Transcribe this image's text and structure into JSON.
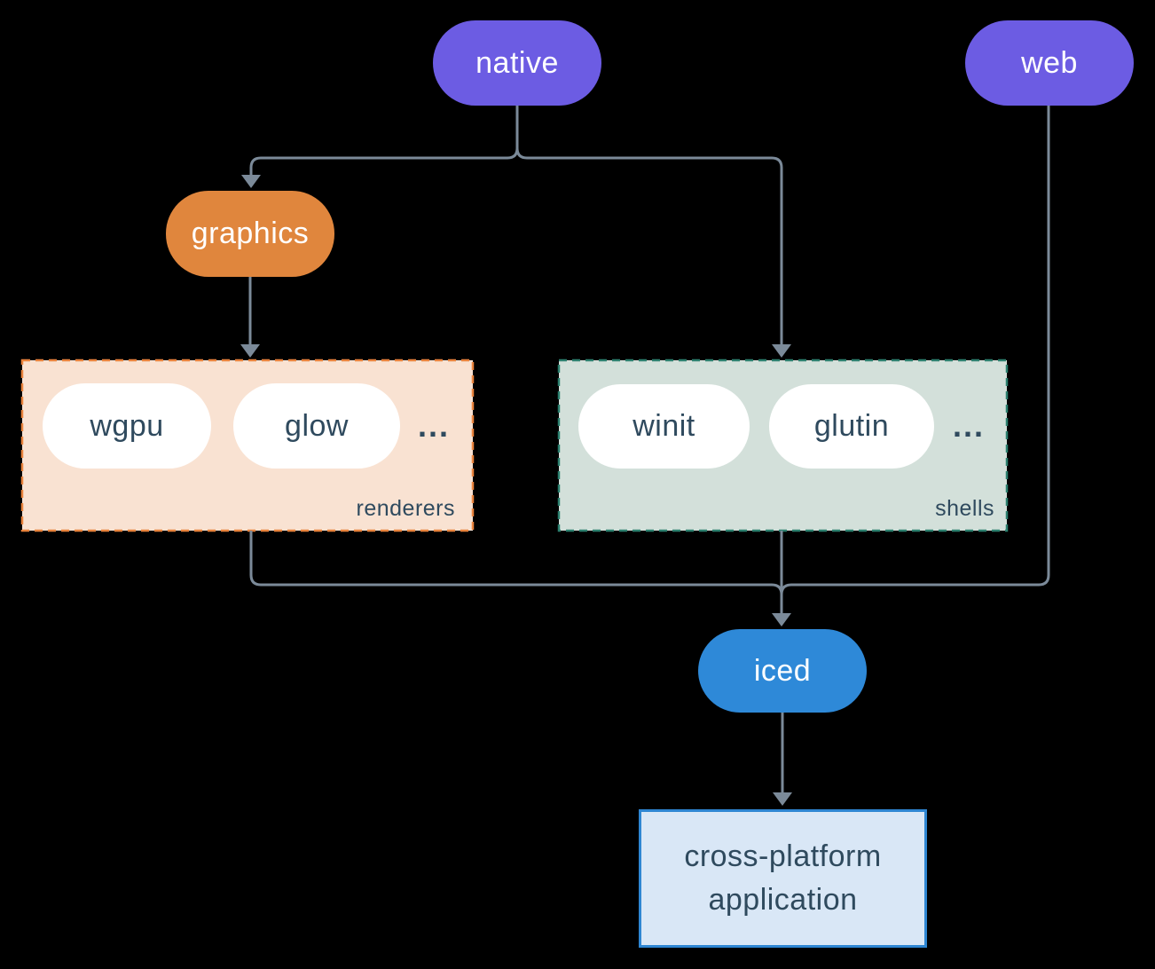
{
  "colors": {
    "background": "#000000",
    "line": "#7b8a99",
    "purple": "#6c5ce3",
    "orange": "#e0863d",
    "blue": "#2e89d8",
    "dark_text": "#2f4a5e",
    "renderers_fill": "#f9e2d2",
    "renderers_border": "#e8823c",
    "shells_fill": "#d3e0da",
    "shells_border": "#2c7f6e",
    "app_fill": "#d9e7f6",
    "app_border": "#2e86d2"
  },
  "nodes": {
    "native": {
      "label": "native"
    },
    "web": {
      "label": "web"
    },
    "graphics": {
      "label": "graphics"
    },
    "iced": {
      "label": "iced"
    },
    "app": {
      "line1": "cross-platform",
      "line2": "application"
    }
  },
  "groups": {
    "renderers": {
      "label": "renderers",
      "items": [
        "wgpu",
        "glow"
      ],
      "more": "..."
    },
    "shells": {
      "label": "shells",
      "items": [
        "winit",
        "glutin"
      ],
      "more": "..."
    }
  }
}
